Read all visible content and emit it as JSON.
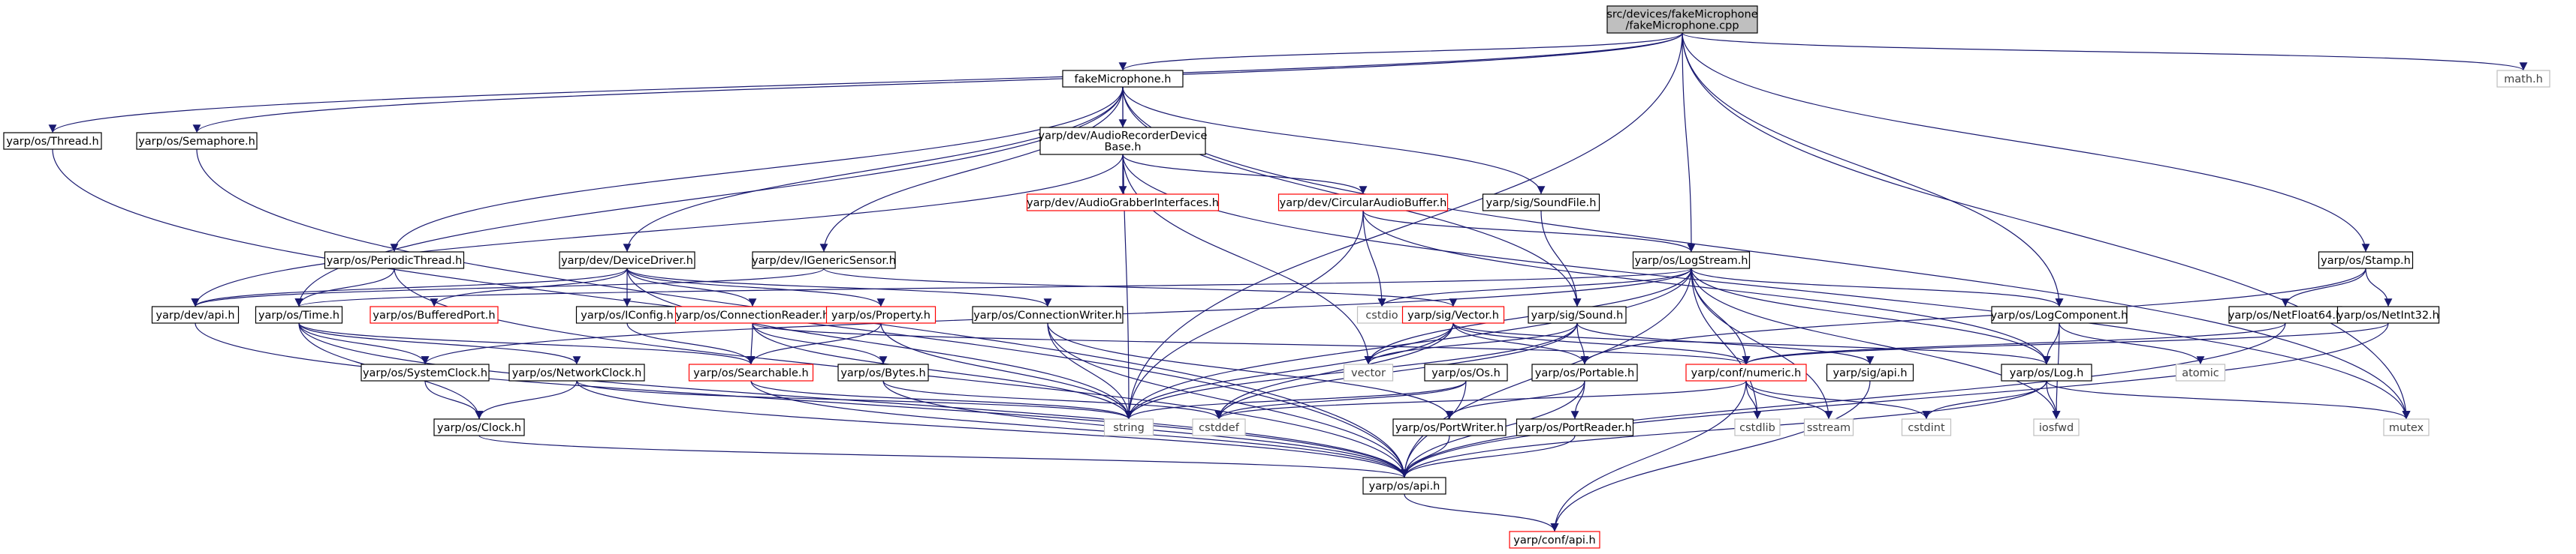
{
  "colors": {
    "node_fill": "#ffffff",
    "root_fill": "#bfbfbf",
    "node_border": "#000000",
    "truncated_border": "#ff0000",
    "external_border": "#bfbfbf",
    "external_text": "#404040",
    "edge": "#191970"
  },
  "nodes": [
    {
      "id": "root",
      "lines": [
        "src/devices/fakeMicrophone",
        "/fakeMicrophone.cpp"
      ],
      "style": "root"
    },
    {
      "id": "fakemic_h",
      "lines": [
        "fakeMicrophone.h"
      ],
      "style": "normal"
    },
    {
      "id": "math_h",
      "lines": [
        "math.h"
      ],
      "style": "external"
    },
    {
      "id": "thread_h",
      "lines": [
        "yarp/os/Thread.h"
      ],
      "style": "normal"
    },
    {
      "id": "semaphore_h",
      "lines": [
        "yarp/os/Semaphore.h"
      ],
      "style": "normal"
    },
    {
      "id": "audiorec_h",
      "lines": [
        "yarp/dev/AudioRecorderDevice",
        "Base.h"
      ],
      "style": "normal"
    },
    {
      "id": "audiograb_h",
      "lines": [
        "yarp/dev/AudioGrabberInterfaces.h"
      ],
      "style": "truncated"
    },
    {
      "id": "circbuf_h",
      "lines": [
        "yarp/dev/CircularAudioBuffer.h"
      ],
      "style": "truncated"
    },
    {
      "id": "soundfile_h",
      "lines": [
        "yarp/sig/SoundFile.h"
      ],
      "style": "normal"
    },
    {
      "id": "stamp_h",
      "lines": [
        "yarp/os/Stamp.h"
      ],
      "style": "normal"
    },
    {
      "id": "periodic_h",
      "lines": [
        "yarp/os/PeriodicThread.h"
      ],
      "style": "normal"
    },
    {
      "id": "devdriver_h",
      "lines": [
        "yarp/dev/DeviceDriver.h"
      ],
      "style": "normal"
    },
    {
      "id": "igeneric_h",
      "lines": [
        "yarp/dev/IGenericSensor.h"
      ],
      "style": "normal"
    },
    {
      "id": "logstream_h",
      "lines": [
        "yarp/os/LogStream.h"
      ],
      "style": "normal"
    },
    {
      "id": "devapi_h",
      "lines": [
        "yarp/dev/api.h"
      ],
      "style": "normal"
    },
    {
      "id": "time_h",
      "lines": [
        "yarp/os/Time.h"
      ],
      "style": "normal"
    },
    {
      "id": "bufport_h",
      "lines": [
        "yarp/os/BufferedPort.h"
      ],
      "style": "truncated"
    },
    {
      "id": "iconfig_h",
      "lines": [
        "yarp/os/IConfig.h"
      ],
      "style": "normal"
    },
    {
      "id": "connreader_h",
      "lines": [
        "yarp/os/ConnectionReader.h"
      ],
      "style": "truncated"
    },
    {
      "id": "property_h",
      "lines": [
        "yarp/os/Property.h"
      ],
      "style": "truncated"
    },
    {
      "id": "connwriter_h",
      "lines": [
        "yarp/os/ConnectionWriter.h"
      ],
      "style": "normal"
    },
    {
      "id": "cstdio",
      "lines": [
        "cstdio"
      ],
      "style": "external"
    },
    {
      "id": "vector_h",
      "lines": [
        "yarp/sig/Vector.h"
      ],
      "style": "truncated"
    },
    {
      "id": "sound_h",
      "lines": [
        "yarp/sig/Sound.h"
      ],
      "style": "normal"
    },
    {
      "id": "logcomp_h",
      "lines": [
        "yarp/os/LogComponent.h"
      ],
      "style": "normal"
    },
    {
      "id": "netfloat_h",
      "lines": [
        "yarp/os/NetFloat64.h"
      ],
      "style": "normal"
    },
    {
      "id": "netint_h",
      "lines": [
        "yarp/os/NetInt32.h"
      ],
      "style": "normal"
    },
    {
      "id": "sysclock_h",
      "lines": [
        "yarp/os/SystemClock.h"
      ],
      "style": "normal"
    },
    {
      "id": "netclock_h",
      "lines": [
        "yarp/os/NetworkClock.h"
      ],
      "style": "normal"
    },
    {
      "id": "searchable_h",
      "lines": [
        "yarp/os/Searchable.h"
      ],
      "style": "truncated"
    },
    {
      "id": "bytes_h",
      "lines": [
        "yarp/os/Bytes.h"
      ],
      "style": "normal"
    },
    {
      "id": "vector",
      "lines": [
        "vector"
      ],
      "style": "external"
    },
    {
      "id": "os_h",
      "lines": [
        "yarp/os/Os.h"
      ],
      "style": "normal"
    },
    {
      "id": "portable_h",
      "lines": [
        "yarp/os/Portable.h"
      ],
      "style": "normal"
    },
    {
      "id": "numeric_h",
      "lines": [
        "yarp/conf/numeric.h"
      ],
      "style": "truncated"
    },
    {
      "id": "sigapi_h",
      "lines": [
        "yarp/sig/api.h"
      ],
      "style": "normal"
    },
    {
      "id": "log_h",
      "lines": [
        "yarp/os/Log.h"
      ],
      "style": "normal"
    },
    {
      "id": "atomic",
      "lines": [
        "atomic"
      ],
      "style": "external"
    },
    {
      "id": "clock_h",
      "lines": [
        "yarp/os/Clock.h"
      ],
      "style": "normal"
    },
    {
      "id": "string",
      "lines": [
        "string"
      ],
      "style": "external"
    },
    {
      "id": "cstddef",
      "lines": [
        "cstddef"
      ],
      "style": "external"
    },
    {
      "id": "portwriter_h",
      "lines": [
        "yarp/os/PortWriter.h"
      ],
      "style": "normal"
    },
    {
      "id": "portreader_h",
      "lines": [
        "yarp/os/PortReader.h"
      ],
      "style": "normal"
    },
    {
      "id": "cstdlib",
      "lines": [
        "cstdlib"
      ],
      "style": "external"
    },
    {
      "id": "sstream",
      "lines": [
        "sstream"
      ],
      "style": "external"
    },
    {
      "id": "cstdint",
      "lines": [
        "cstdint"
      ],
      "style": "external"
    },
    {
      "id": "iosfwd",
      "lines": [
        "iosfwd"
      ],
      "style": "external"
    },
    {
      "id": "mutex",
      "lines": [
        "mutex"
      ],
      "style": "external"
    },
    {
      "id": "osapi_h",
      "lines": [
        "yarp/os/api.h"
      ],
      "style": "normal"
    },
    {
      "id": "confapi_h",
      "lines": [
        "yarp/conf/api.h"
      ],
      "style": "truncated"
    }
  ],
  "edges": [
    [
      "root",
      "fakemic_h"
    ],
    [
      "root",
      "math_h"
    ],
    [
      "root",
      "thread_h"
    ],
    [
      "root",
      "semaphore_h"
    ],
    [
      "root",
      "stamp_h"
    ],
    [
      "root",
      "logstream_h"
    ],
    [
      "root",
      "logcomp_h"
    ],
    [
      "root",
      "string"
    ],
    [
      "root",
      "mutex"
    ],
    [
      "fakemic_h",
      "audiorec_h"
    ],
    [
      "fakemic_h",
      "soundfile_h"
    ],
    [
      "fakemic_h",
      "periodic_h"
    ],
    [
      "fakemic_h",
      "devdriver_h"
    ],
    [
      "fakemic_h",
      "igeneric_h"
    ],
    [
      "fakemic_h",
      "time_h"
    ],
    [
      "fakemic_h",
      "sound_h"
    ],
    [
      "fakemic_h",
      "string"
    ],
    [
      "fakemic_h",
      "mutex"
    ],
    [
      "thread_h",
      "osapi_h"
    ],
    [
      "semaphore_h",
      "osapi_h"
    ],
    [
      "audiorec_h",
      "audiograb_h"
    ],
    [
      "audiorec_h",
      "circbuf_h"
    ],
    [
      "audiorec_h",
      "devapi_h"
    ],
    [
      "audiorec_h",
      "vector"
    ],
    [
      "audiorec_h",
      "mutex"
    ],
    [
      "circbuf_h",
      "logstream_h"
    ],
    [
      "circbuf_h",
      "log_h"
    ],
    [
      "circbuf_h",
      "cstdio"
    ],
    [
      "circbuf_h",
      "string"
    ],
    [
      "soundfile_h",
      "sound_h"
    ],
    [
      "periodic_h",
      "time_h"
    ],
    [
      "periodic_h",
      "osapi_h"
    ],
    [
      "devdriver_h",
      "devapi_h"
    ],
    [
      "devdriver_h",
      "bufport_h"
    ],
    [
      "devdriver_h",
      "iconfig_h"
    ],
    [
      "devdriver_h",
      "connreader_h"
    ],
    [
      "devdriver_h",
      "property_h"
    ],
    [
      "devdriver_h",
      "connwriter_h"
    ],
    [
      "devdriver_h",
      "string"
    ],
    [
      "igeneric_h",
      "devapi_h"
    ],
    [
      "igeneric_h",
      "vector_h"
    ],
    [
      "logstream_h",
      "time_h"
    ],
    [
      "logstream_h",
      "cstdio"
    ],
    [
      "logstream_h",
      "sysclock_h"
    ],
    [
      "logstream_h",
      "vector"
    ],
    [
      "logstream_h",
      "numeric_h"
    ],
    [
      "logstream_h",
      "log_h"
    ],
    [
      "logstream_h",
      "logcomp_h"
    ],
    [
      "logstream_h",
      "string"
    ],
    [
      "logstream_h",
      "cstdlib"
    ],
    [
      "logstream_h",
      "sstream"
    ],
    [
      "logstream_h",
      "iosfwd"
    ],
    [
      "logstream_h",
      "osapi_h"
    ],
    [
      "devapi_h",
      "osapi_h"
    ],
    [
      "time_h",
      "sysclock_h"
    ],
    [
      "time_h",
      "netclock_h"
    ],
    [
      "time_h",
      "clock_h"
    ],
    [
      "time_h",
      "searchable_h"
    ],
    [
      "time_h",
      "osapi_h"
    ],
    [
      "iconfig_h",
      "searchable_h"
    ],
    [
      "connreader_h",
      "searchable_h"
    ],
    [
      "connreader_h",
      "bytes_h"
    ],
    [
      "connreader_h",
      "numeric_h"
    ],
    [
      "connreader_h",
      "string"
    ],
    [
      "property_h",
      "searchable_h"
    ],
    [
      "property_h",
      "string"
    ],
    [
      "connwriter_h",
      "string"
    ],
    [
      "connwriter_h",
      "portwriter_h"
    ],
    [
      "connwriter_h",
      "osapi_h"
    ],
    [
      "vector_h",
      "vector"
    ],
    [
      "vector_h",
      "portable_h"
    ],
    [
      "vector_h",
      "string"
    ],
    [
      "vector_h",
      "numeric_h"
    ],
    [
      "vector_h",
      "cstddef"
    ],
    [
      "vector_h",
      "log_h"
    ],
    [
      "sound_h",
      "vector"
    ],
    [
      "sound_h",
      "portable_h"
    ],
    [
      "sound_h",
      "sigapi_h"
    ],
    [
      "sound_h",
      "string"
    ],
    [
      "sound_h",
      "cstddef"
    ],
    [
      "logcomp_h",
      "log_h"
    ],
    [
      "logcomp_h",
      "atomic"
    ],
    [
      "logcomp_h",
      "iosfwd"
    ],
    [
      "stamp_h",
      "netfloat_h"
    ],
    [
      "stamp_h",
      "netint_h"
    ],
    [
      "stamp_h",
      "portable_h"
    ],
    [
      "netfloat_h",
      "numeric_h"
    ],
    [
      "netfloat_h",
      "osapi_h"
    ],
    [
      "netint_h",
      "numeric_h"
    ],
    [
      "netint_h",
      "osapi_h"
    ],
    [
      "sysclock_h",
      "clock_h"
    ],
    [
      "netclock_h",
      "clock_h"
    ],
    [
      "netclock_h",
      "string"
    ],
    [
      "netclock_h",
      "osapi_h"
    ],
    [
      "searchable_h",
      "string"
    ],
    [
      "searchable_h",
      "osapi_h"
    ],
    [
      "bytes_h",
      "cstddef"
    ],
    [
      "bytes_h",
      "osapi_h"
    ],
    [
      "os_h",
      "string"
    ],
    [
      "os_h",
      "cstddef"
    ],
    [
      "os_h",
      "osapi_h"
    ],
    [
      "portable_h",
      "portwriter_h"
    ],
    [
      "portable_h",
      "portreader_h"
    ],
    [
      "portable_h",
      "osapi_h"
    ],
    [
      "numeric_h",
      "cstddef"
    ],
    [
      "numeric_h",
      "cstdint"
    ],
    [
      "numeric_h",
      "cstdlib"
    ],
    [
      "numeric_h",
      "sstream"
    ],
    [
      "numeric_h",
      "confapi_h"
    ],
    [
      "sigapi_h",
      "confapi_h"
    ],
    [
      "log_h",
      "iosfwd"
    ],
    [
      "log_h",
      "mutex"
    ],
    [
      "log_h",
      "osapi_h"
    ],
    [
      "log_h",
      "cstdint"
    ],
    [
      "clock_h",
      "osapi_h"
    ],
    [
      "portwriter_h",
      "osapi_h"
    ],
    [
      "portreader_h",
      "osapi_h"
    ],
    [
      "osapi_h",
      "confapi_h"
    ]
  ]
}
